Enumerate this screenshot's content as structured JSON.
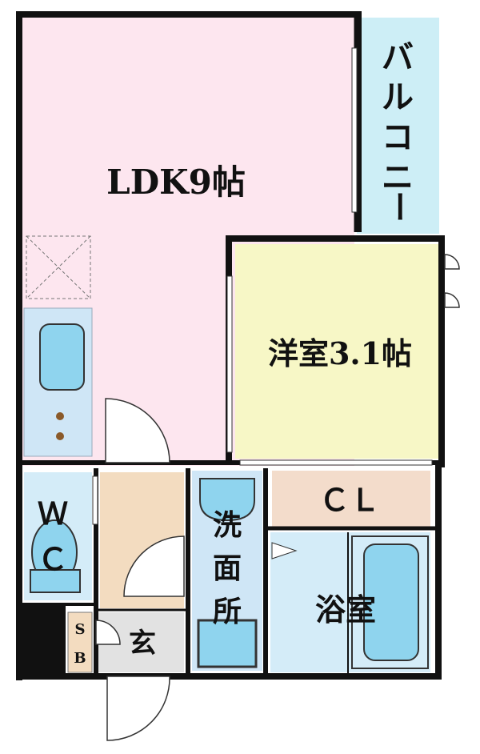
{
  "rooms": {
    "ldk": "LDK9帖",
    "yoshitsu": "洋室3.1帖",
    "balcony": [
      "バ",
      "ル",
      "コ",
      "ニ",
      "ー"
    ],
    "senmen": [
      "洗",
      "面",
      "所"
    ],
    "yokushitsu": "浴室",
    "closet": "ＣＬ",
    "wc": [
      "Ｗ",
      "Ｃ"
    ],
    "genkan": "玄",
    "shoebox": [
      "S",
      "B"
    ]
  },
  "colors": {
    "ldk": "#fde6ef",
    "yoshitsu": "#f7f7c6",
    "balcony": "#cdeef6",
    "wet": "#d4ecf8",
    "closet": "#f3dccb",
    "wood": "#f3dcc0",
    "entrance": "#e2e2e2",
    "wall": "#111111"
  }
}
